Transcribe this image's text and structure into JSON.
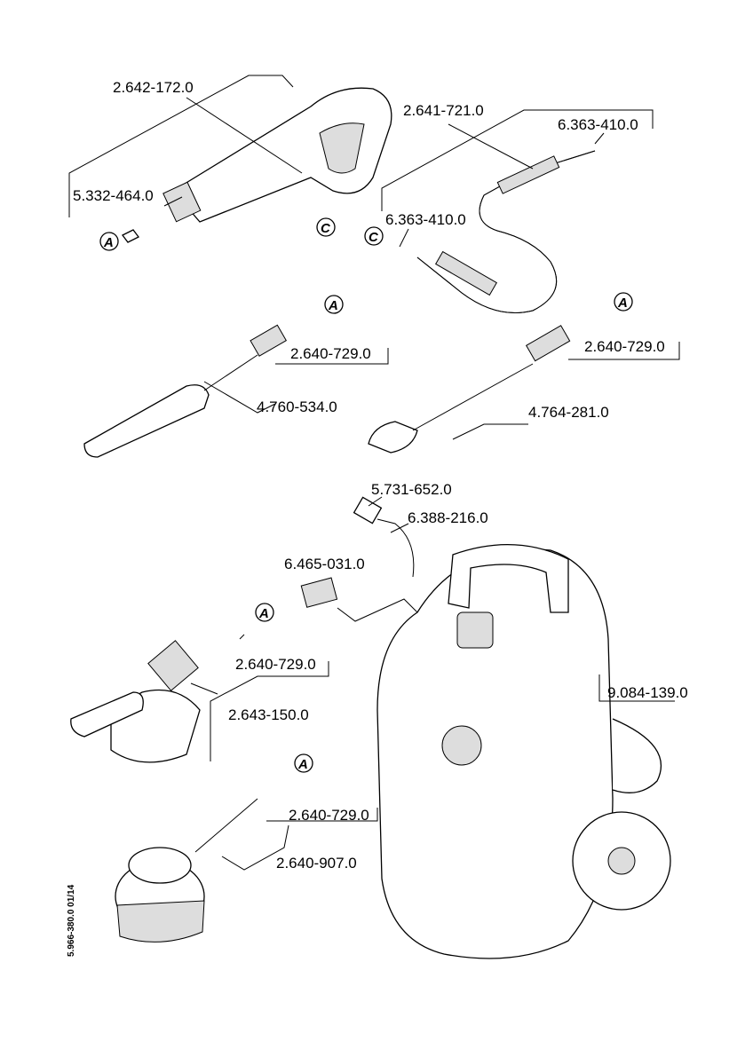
{
  "document_number": "5.966-380.0  01/14",
  "parts": {
    "trigger_gun": "2.642-172.0",
    "gun_insert": "5.332-464.0",
    "hose": "2.641-721.0",
    "o_ring_hose_end": "6.363-410.0",
    "o_ring_hose_start": "6.363-410.0",
    "nozzle_kit_1": "2.640-729.0",
    "vario_lance": "4.760-534.0",
    "nozzle_kit_2": "2.640-729.0",
    "dirt_blaster": "4.764-281.0",
    "cap": "5.731-652.0",
    "hose_guide": "6.388-216.0",
    "coupling": "6.465-031.0",
    "nozzle_kit_3": "2.640-729.0",
    "foam_nozzle": "2.643-150.0",
    "hose_reel": "9.084-139.0",
    "nozzle_kit_4": "2.640-729.0",
    "wash_brush": "2.640-907.0"
  },
  "markers": {
    "a": "A",
    "c": "C"
  }
}
